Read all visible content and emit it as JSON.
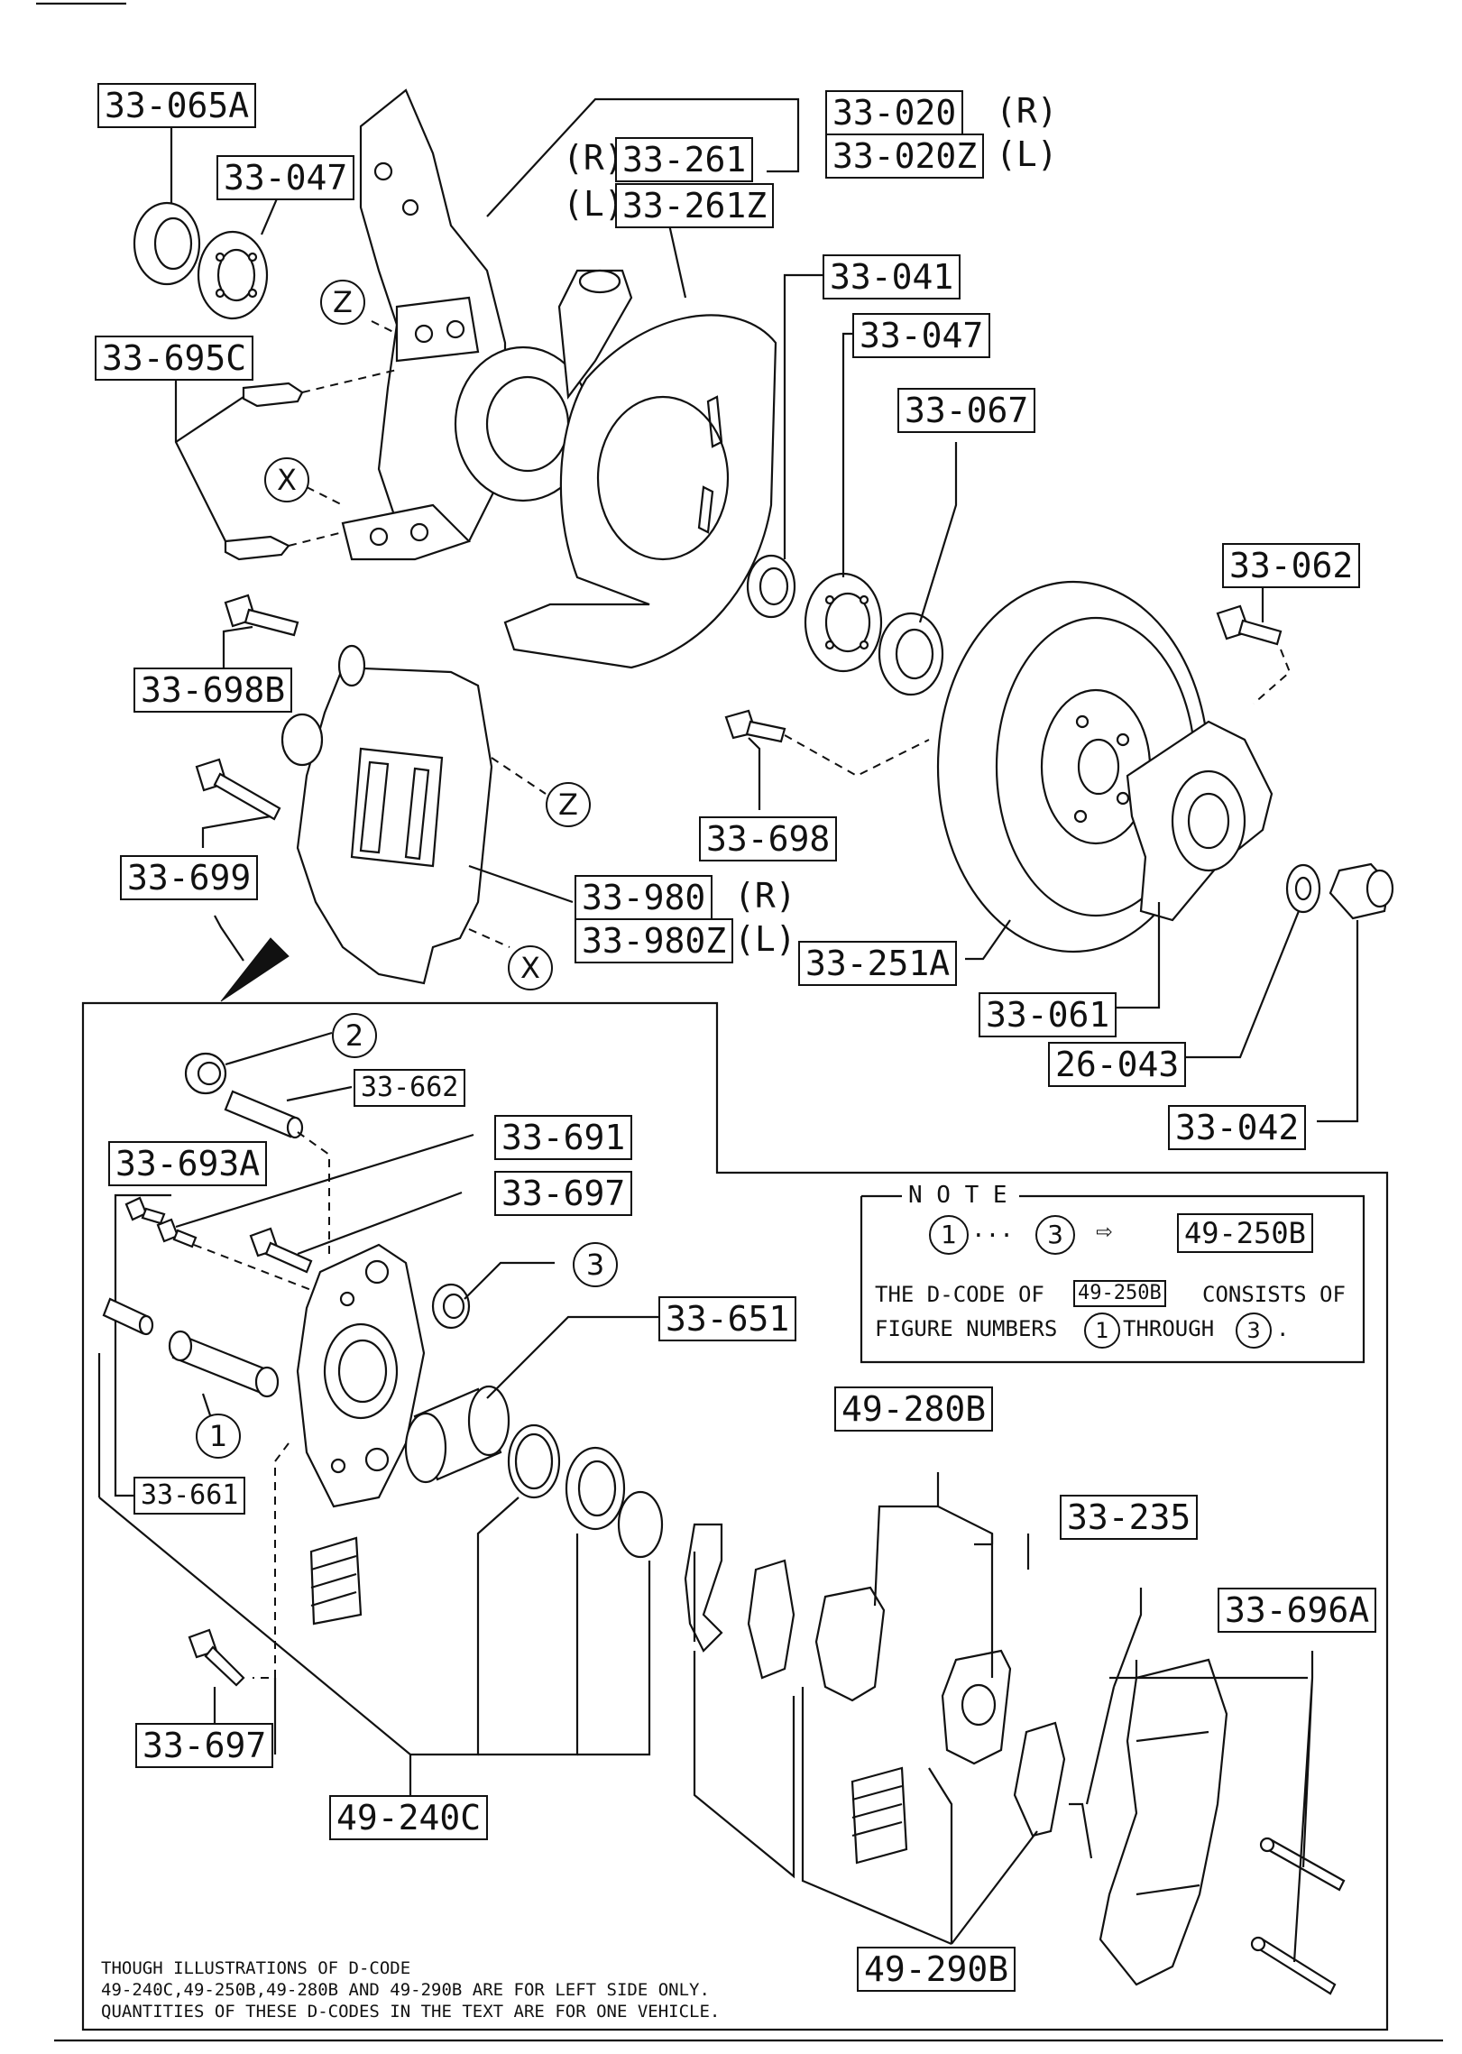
{
  "parts": {
    "p33_065A": "33-065A",
    "p33_047a": "33-047",
    "p33_695C": "33-695C",
    "p33_020": "33-020",
    "p33_020Z": "33-020Z",
    "p33_261": "33-261",
    "p33_261Z": "33-261Z",
    "p33_041": "33-041",
    "p33_047b": "33-047",
    "p33_067": "33-067",
    "p33_062": "33-062",
    "p33_698B": "33-698B",
    "p33_699": "33-699",
    "p33_698": "33-698",
    "p33_980": "33-980",
    "p33_980Z": "33-980Z",
    "p33_251A": "33-251A",
    "p33_061": "33-061",
    "p26_043": "26-043",
    "p33_042": "33-042",
    "p33_662": "33-662",
    "p33_691": "33-691",
    "p33_693A": "33-693A",
    "p33_697a": "33-697",
    "p33_651": "33-651",
    "p33_661": "33-661",
    "p49_280B": "49-280B",
    "p33_235": "33-235",
    "p33_696A": "33-696A",
    "p33_697b": "33-697",
    "p49_240C": "49-240C",
    "p49_290B": "49-290B"
  },
  "side": {
    "r": "(R)",
    "l": "(L)"
  },
  "markers": {
    "z": "Z",
    "x": "X",
    "one": "1",
    "two": "2",
    "three": "3"
  },
  "note": {
    "title": "N O T E",
    "range_sep": "···",
    "arrow": "⇨",
    "dcode": "49-250B",
    "line1a": "THE D-CODE OF",
    "line1b": "CONSISTS OF",
    "line2a": "FIGURE NUMBERS",
    "line2b": "THROUGH",
    "line2c": "."
  },
  "footnote": {
    "line1": "THOUGH ILLUSTRATIONS OF D-CODE",
    "line2": "49-240C,49-250B,49-280B AND 49-290B ARE FOR LEFT SIDE ONLY.",
    "line3": "QUANTITIES OF THESE D-CODES IN THE TEXT ARE FOR ONE VEHICLE."
  }
}
